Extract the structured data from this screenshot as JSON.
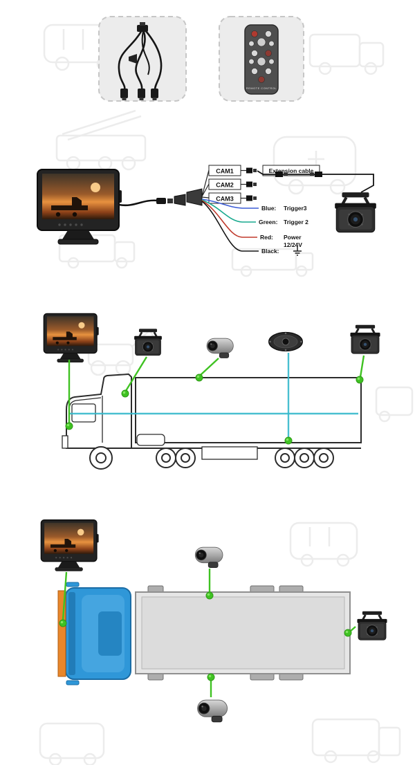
{
  "page": {
    "name": "Vehicle rear-view camera system installation diagram"
  },
  "accessories": {
    "remote_label": "REMOTE CONTROL"
  },
  "wiring": {
    "cam_labels": [
      "CAM1",
      "CAM2",
      "CAM3"
    ],
    "extension_label": "Extension cable",
    "wire_blue_name": "Blue:",
    "wire_blue_value": "Trigger3",
    "wire_green_name": "Green:",
    "wire_green_value": "Trigger 2",
    "wire_red_name": "Red:",
    "wire_red_value": "Power",
    "wire_red_value2": "12/24V",
    "wire_black_name": "Black:"
  },
  "colors": {
    "connector_dot_green": "#3fc222",
    "cable_cyan": "#35b8cb",
    "wire_blue": "#3b5bd6",
    "wire_green": "#17a98e",
    "wire_red": "#c0392b",
    "wire_black": "#141414",
    "cab_blue": "#2f97d8",
    "front_marker_orange": "#e8862a"
  }
}
